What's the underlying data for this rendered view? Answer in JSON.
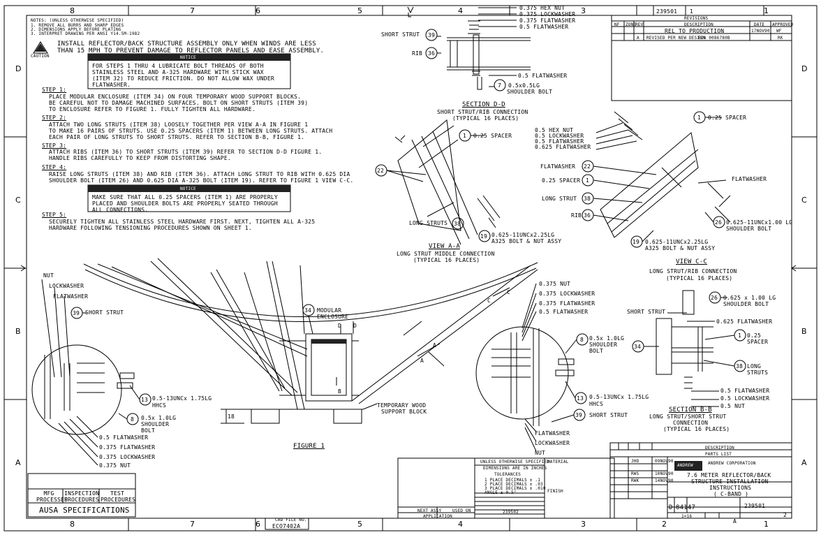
{
  "zones_top": [
    "8",
    "7",
    "6",
    "5",
    "4",
    "3",
    "2",
    "1"
  ],
  "zones_side": [
    "D",
    "C",
    "B",
    "A"
  ],
  "title_block_top": {
    "doc": "239501",
    "rev_label": "1"
  },
  "revisions": {
    "title": "REVISIONS",
    "headers": [
      "NF",
      "ZONE",
      "REV",
      "DESCRIPTION",
      "DATE",
      "APPROVED"
    ],
    "rows": [
      {
        "desc": "REL TO PRODUCTION",
        "date": "17NOV90",
        "appr": "WF"
      },
      {
        "rev": "A",
        "desc": "REVISED PER NEW DESIGN",
        "ecn": "ECN 0086780B",
        "appr": "RK"
      }
    ]
  },
  "notes": {
    "head": "NOTES: (UNLESS OTHERWISE SPECIFIED)",
    "lines": [
      "1. REMOVE ALL BURRS AND SHARP EDGES",
      "2. DIMENSIONS APPLY BEFORE PLATING",
      "3. INTERPRET DRAWING PER ANSI Y14.5M-1982"
    ]
  },
  "caution": {
    "label": "CAUTION",
    "text1": "INSTALL REFLECTOR/BACK STRUCTURE ASSEMBLY ONLY WHEN WINDS ARE LESS",
    "text2": "THAN 15 MPH TO PREVENT DAMAGE TO REFLECTOR PANELS AND EASE ASSEMBLY."
  },
  "notice1": {
    "label": "NOTICE",
    "lines": [
      "FOR STEPS 1 THRU 4 LUBRICATE BOLT THREADS OF BOTH",
      "STAINLESS STEEL AND A-325 HARDWARE WITH STICK WAX",
      "(ITEM 32) TO REDUCE FRICTION. DO NOT ALLOW WAX UNDER",
      "FLATWASHER."
    ]
  },
  "steps": [
    {
      "title": "STEP 1:",
      "lines": [
        "PLACE MODULAR ENCLOSURE (ITEM 34) ON FOUR TEMPORARY WOOD SUPPORT BLOCKS.",
        "BE CAREFUL NOT TO DAMAGE MACHINED SURFACES. BOLT ON SHORT STRUTS (ITEM 39)",
        "TO ENCLOSURE REFER TO FIGURE 1. FULLY TIGHTEN ALL HARDWARE."
      ]
    },
    {
      "title": "STEP 2:",
      "lines": [
        "ATTACH TWO LONG STRUTS (ITEM 38) LOOSELY TOGETHER PER VIEW A-A IN FIGURE 1",
        "TO MAKE 16 PAIRS OF STRUTS. USE 0.25 SPACERS (ITEM 1) BETWEEN LONG STRUTS. ATTACH",
        "EACH PAIR OF LONG STRUTS TO SHORT STRUTS. REFER TO SECTION B-B, FIGURE 1."
      ]
    },
    {
      "title": "STEP 3:",
      "lines": [
        "ATTACH RIBS (ITEM 36) TO SHORT STRUTS (ITEM 39) REFER TO SECTION D-D FIGURE 1.",
        "HANDLE RIBS CAREFULLY TO KEEP FROM DISTORTING SHAPE."
      ]
    },
    {
      "title": "STEP 4:",
      "lines": [
        "RAISE LONG STRUTS (ITEM 38) AND RIB (ITEM 36). ATTACH LONG STRUT TO RIB WITH 0.625 DIA",
        "SHOULDER BOLT (ITEM 26) AND 0.625 DIA A-325 BOLT (ITEM 19). REFER TO FIGURE 1 VIEW C-C."
      ]
    },
    {
      "title": "STEP 5:",
      "lines": [
        "SECURELY TIGHTEN ALL STAINLESS STEEL HARDWARE FIRST. NEXT, TIGHTEN ALL A-325",
        "HARDWARE FOLLOWING TENSIONING PROCEDURES SHOWN ON SHEET 1."
      ]
    }
  ],
  "notice2": {
    "label": "NOTICE",
    "lines": [
      "MAKE SURE THAT ALL 0.25 SPACERS (ITEM 1) ARE PROPERLY",
      "PLACED AND SHOULDER BOLTS ARE PROPERLY SEATED THROUGH",
      "ALL CONNECTIONS."
    ]
  },
  "section_dd": {
    "labels": [
      "0.375 HEX NUT",
      "0.375 LOCKWASHER",
      "0.375 FLATWASHER",
      "0.5 FLATWASHER",
      "0.5 FLATWASHER",
      "0.5x0.5LG",
      "SHOULDER BOLT",
      "SHORT STRUT",
      "RIB"
    ],
    "balloons": [
      "39",
      "36",
      "7"
    ],
    "title": "SECTION D-D",
    "sub1": "SHORT STRUT/RIB CONNECTION",
    "sub2": "(TYPICAL 16 PLACES)"
  },
  "view_aa": {
    "labels": [
      "0.25 SPACER",
      "LONG STRUTS",
      "0.625-11UNCx2.25LG",
      "A325 BOLT & NUT ASSY"
    ],
    "balloons": [
      "1",
      "22",
      "38",
      "19"
    ],
    "title": "VIEW A-A",
    "sub1": "LONG STRUT MIDDLE CONNECTION",
    "sub2": "(TYPICAL 16 PLACES)"
  },
  "view_cc": {
    "labels": [
      "0.25 SPACER",
      "0.5 HEX NUT",
      "0.5 LOCKWASHER",
      "0.5 FLATWASHER",
      "0.625 FLATWASHER",
      "FLATWASHER",
      "0.25 SPACER",
      "LONG STRUT",
      "RIB",
      "FLATWASHER",
      "0.625-11UNCx1.00 LG",
      "SHOULDER BOLT",
      "0.625-11UNCx2.25LG",
      "A325 BOLT & NUT ASSY"
    ],
    "balloons": [
      "1",
      "22",
      "1",
      "38",
      "36",
      "26",
      "19"
    ],
    "title": "VIEW C-C",
    "sub1": "LONG STRUT/RIB CONNECTION",
    "sub2": "(TYPICAL 16 PLACES)"
  },
  "section_bb": {
    "labels": [
      "0.625 x 1.00 LG",
      "SHOULDER BOLT",
      "SHORT STRUT",
      "0.625 FLATWASHER",
      "0.25",
      "SPACER",
      "LONG",
      "STRUTS",
      "0.5 FLATWASHER",
      "0.5 LOCKWASHER",
      "0.5 NUT"
    ],
    "balloons": [
      "26",
      "1",
      "34",
      "38"
    ],
    "title": "SECTION B-B",
    "sub1": "LONG STRUT/SHORT STRUT",
    "sub2": "CONNECTION",
    "sub3": "(TYPICAL 16 PLACES)"
  },
  "figure1": {
    "left_labels": [
      "NUT",
      "LOCKWASHER",
      "FLATWASHER",
      "SHORT STRUT",
      "0.5-13UNCx 1.75LG",
      "HHCS",
      "0.5x 1.0LG",
      "SHOULDER",
      "BOLT",
      "0.5 FLATWASHER",
      "0.375 FLATWASHER",
      "0.375 LOCKWASHER",
      "0.375 NUT"
    ],
    "left_balloons": [
      "39",
      "13",
      "8"
    ],
    "center_labels": [
      "MODULAR",
      "ENCLOSURE",
      "TEMPORARY WOOD",
      "SUPPORT BLOCK",
      "FIGURE 1",
      "18",
      "D",
      "D",
      "B",
      "A",
      "A",
      "C",
      "C"
    ],
    "center_balloons": [
      "34"
    ],
    "right_labels": [
      "0.375 NUT",
      "0.375 LOCKWASHER",
      "0.375 FLATWASHER",
      "0.5 FLATWASHER",
      "0.5x 1.0LG",
      "SHOULDER",
      "BOLT",
      "0.5-13UNCx 1.75LG",
      "HHCS",
      "SHORT STRUT",
      "FLATWASHER",
      "LOCKWASHER",
      "NUT"
    ],
    "right_balloons": [
      "8",
      "13",
      "39"
    ]
  },
  "bottom_left": {
    "cols": [
      "MFG PROCESSES",
      "INSPECTION PROCEDURES",
      "TEST PROCEDURES"
    ],
    "spec": "AUSA SPECIFICATIONS"
  },
  "bottom_center": {
    "unless": "UNLESS OTHERWISE SPECIFIED",
    "dims": "DIMENSIONS ARE IN INCHES",
    "tol": "TOLERANCES",
    "tol_lines": [
      "1 PLACE DECIMALS ± .1",
      "2 PLACE DECIMALS ± .03",
      "3 PLACE DECIMALS ± .010",
      "ANGLE ± 0.5°"
    ],
    "material": "MATERIAL",
    "finish": "FINISH",
    "next_assy": "NEXT ASSY",
    "used_on": "USED ON",
    "application": "APPLICATION",
    "drawing_no": "239502",
    "file": "ECO7402A",
    "cad": "CAD FILE NO."
  },
  "title_block": {
    "parts_list": "PARTS LIST",
    "description": "DESCRIPTION",
    "drawn": "JHD",
    "drawn_date": "09NOV90",
    "checked": "RWS",
    "checked_date": "10NOV90",
    "approved": "RWK",
    "approved_date": "14NOV90",
    "company": "ANDREW",
    "company_full": "ANDREW CORPORATION",
    "title1": "7.6 METER REFLECTOR/BACK",
    "title2": "STRUCTURE INSTALLATION",
    "title3": "INSTRUCTIONS",
    "title4": "( C-BAND )",
    "size": "D",
    "code": "84147",
    "dwg": "239501",
    "scale": "1=16",
    "sheet": "2",
    "rev": "A"
  },
  "colors": {
    "line": "#000000",
    "fill": "#222222",
    "paper": "#ffffff"
  }
}
